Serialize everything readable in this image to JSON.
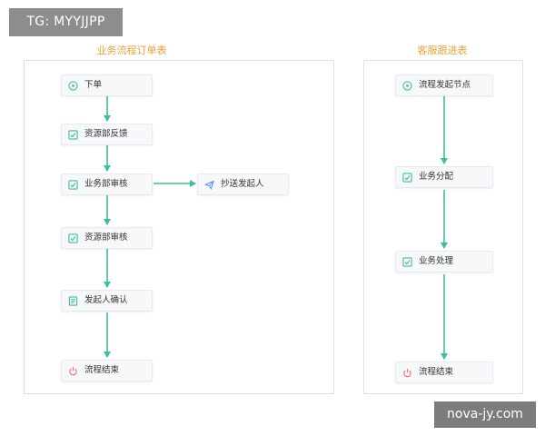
{
  "header_tag": "TG: MYYJJPP",
  "watermark": "nova-jy.com",
  "panels": [
    {
      "title": "业务流程订单表",
      "nodes": [
        {
          "label": "下单",
          "icon": "play-circle-icon"
        },
        {
          "label": "资源部反馈",
          "icon": "approval-icon"
        },
        {
          "label": "业务部审核",
          "icon": "approval-icon"
        },
        {
          "label": "资源部审核",
          "icon": "approval-icon"
        },
        {
          "label": "发起人确认",
          "icon": "form-icon"
        },
        {
          "label": "流程结束",
          "icon": "power-icon"
        }
      ],
      "side_node": {
        "label": "抄送发起人",
        "icon": "send-icon"
      }
    },
    {
      "title": "客服跟进表",
      "nodes": [
        {
          "label": "流程发起节点",
          "icon": "play-circle-icon"
        },
        {
          "label": "业务分配",
          "icon": "approval-icon"
        },
        {
          "label": "业务处理",
          "icon": "approval-icon"
        },
        {
          "label": "流程结束",
          "icon": "power-icon"
        }
      ]
    }
  ],
  "colors": {
    "arrow": "#3dbd9f",
    "node_icon": "#3dbd9f",
    "end_icon": "#f56c6c",
    "send_icon": "#5b8ff9",
    "panel_title": "#e6a23c"
  }
}
